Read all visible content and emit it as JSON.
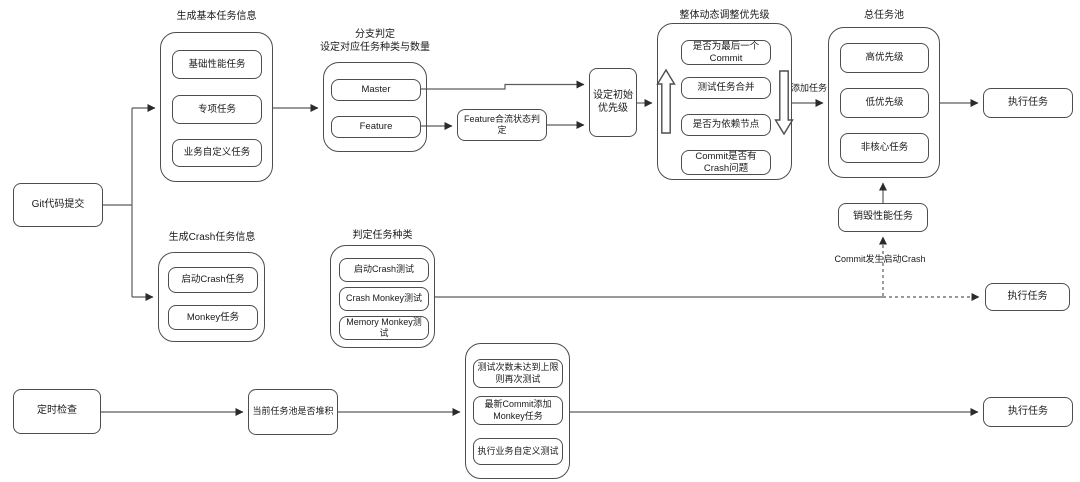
{
  "colors": {
    "box_border": "#4d4d4d",
    "line": "#5c5c5c",
    "arrowhead": "#2b2b2b",
    "background": "#ffffff",
    "text": "#1a1a1a"
  },
  "nodes": {
    "git_commit": "Git代码提交",
    "feature_merge_check": "Feature合流状态判定",
    "set_initial_priority": "设定初始优先级",
    "execute_task_top": "执行任务",
    "destroy_perf_task": "销毁性能任务",
    "execute_task_middle": "执行任务",
    "timed_check": "定时检查",
    "pool_backlog_check": "当前任务池是否堆积",
    "execute_task_bottom": "执行任务"
  },
  "groups": {
    "basic_tasks": {
      "title": "生成基本任务信息",
      "items": [
        "基础性能任务",
        "专项任务",
        "业务自定义任务"
      ]
    },
    "branch_judge": {
      "title_line1": "分支判定",
      "title_line2": "设定对应任务种类与数量",
      "items": [
        "Master",
        "Feature"
      ]
    },
    "dynamic_adjust": {
      "title": "整体动态调整优先级",
      "items": [
        "是否为最后一个Commit",
        "测试任务合并",
        "是否为依赖节点",
        "Commit是否有Crash问题"
      ]
    },
    "task_pool": {
      "title": "总任务池",
      "items": [
        "高优先级",
        "低优先级",
        "非核心任务"
      ]
    },
    "crash_tasks": {
      "title": "生成Crash任务信息",
      "items": [
        "启动Crash任务",
        "Monkey任务"
      ]
    },
    "task_type_judge": {
      "title": "判定任务种类",
      "items": [
        "启动Crash测试",
        "Crash Monkey测试",
        "Memory Monkey测试"
      ]
    },
    "retest": {
      "items": [
        "测试次数未达到上限则再次测试",
        "最新Commit添加Monkey任务",
        "执行业务自定义测试"
      ]
    }
  },
  "edge_labels": {
    "add_task": "添加任务",
    "commit_startup_crash": "Commit发生启动Crash"
  }
}
